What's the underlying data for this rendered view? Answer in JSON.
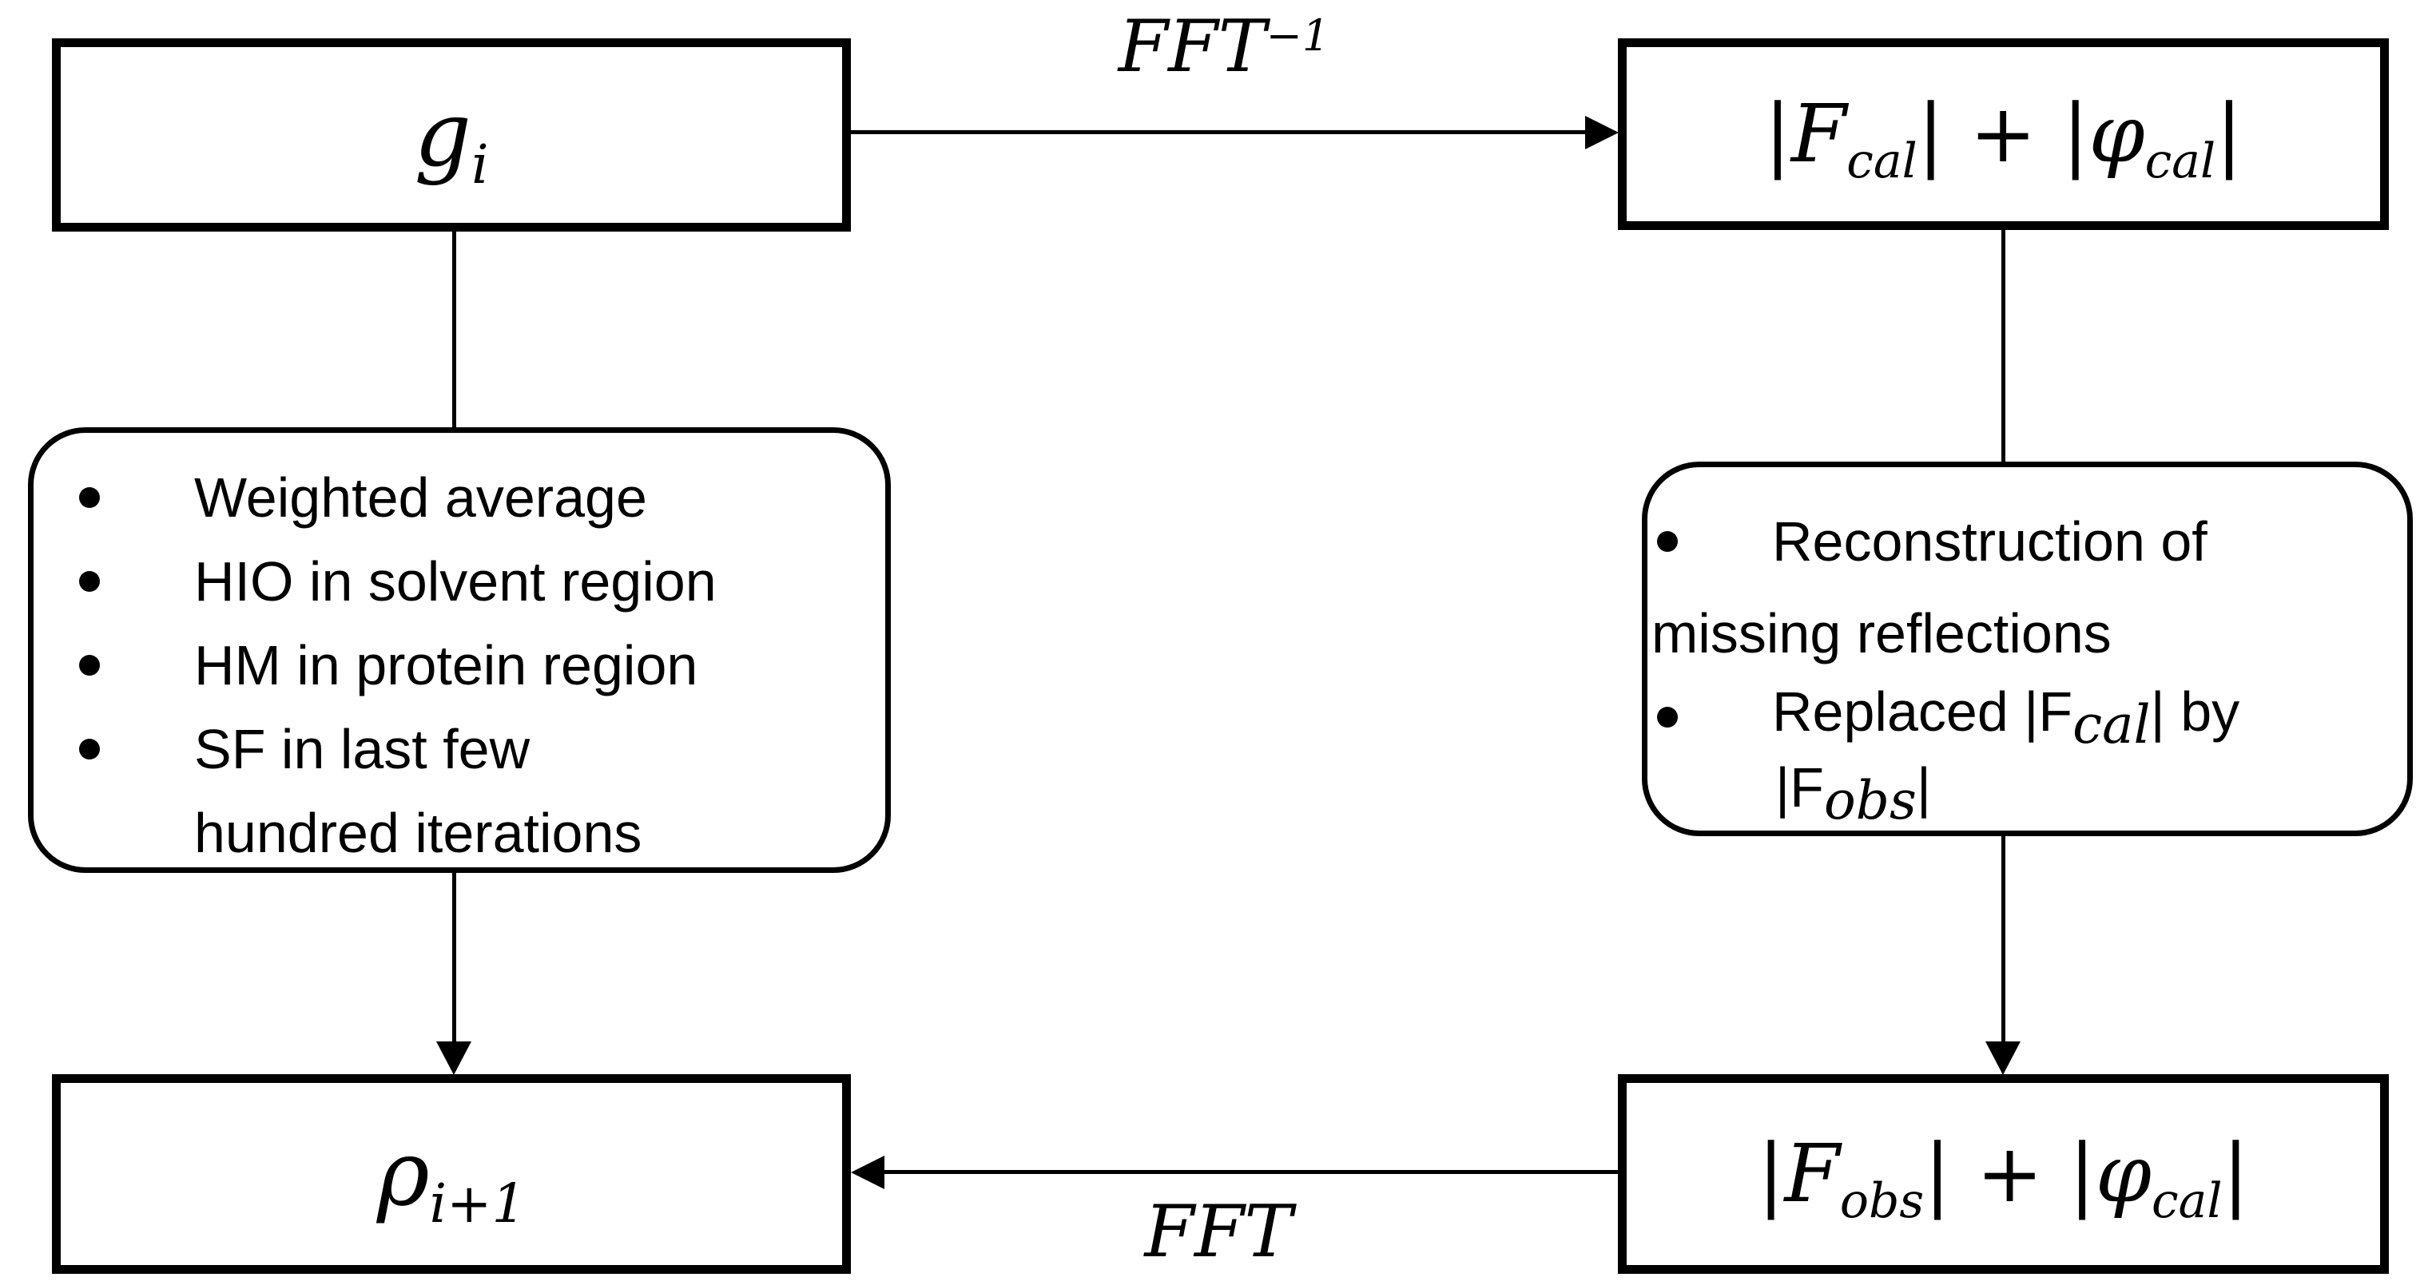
{
  "colors": {
    "ink": "#000000",
    "paper": "#ffffff"
  },
  "nodes": {
    "gi": {
      "base": "g",
      "sub": "i"
    },
    "fcal": {
      "p1": "|F",
      "s1": "cal",
      "p2": "| + |φ",
      "s2": "cal",
      "p3": "|"
    },
    "rho": {
      "base": "ρ",
      "sub": "i+1"
    },
    "fobs": {
      "p1": "|F",
      "s1": "obs",
      "p2": "| + |φ",
      "s2": "cal",
      "p3": "|"
    }
  },
  "edges": {
    "fft_inverse": {
      "base": "FFT",
      "sup": "−1"
    },
    "fft": {
      "label": "FFT"
    }
  },
  "left_note": {
    "line1": "Weighted average",
    "line2": "HIO in solvent region",
    "line3": "HM in protein region",
    "line4": "SF in last few",
    "line5": "hundred iterations"
  },
  "right_note": {
    "line1": "Reconstruction of",
    "line2": "missing reflections",
    "line3a": "Replaced |F",
    "line3s": "cal",
    "line3b": "| by",
    "line4a": "|F",
    "line4s": "obs",
    "line4b": "|"
  }
}
